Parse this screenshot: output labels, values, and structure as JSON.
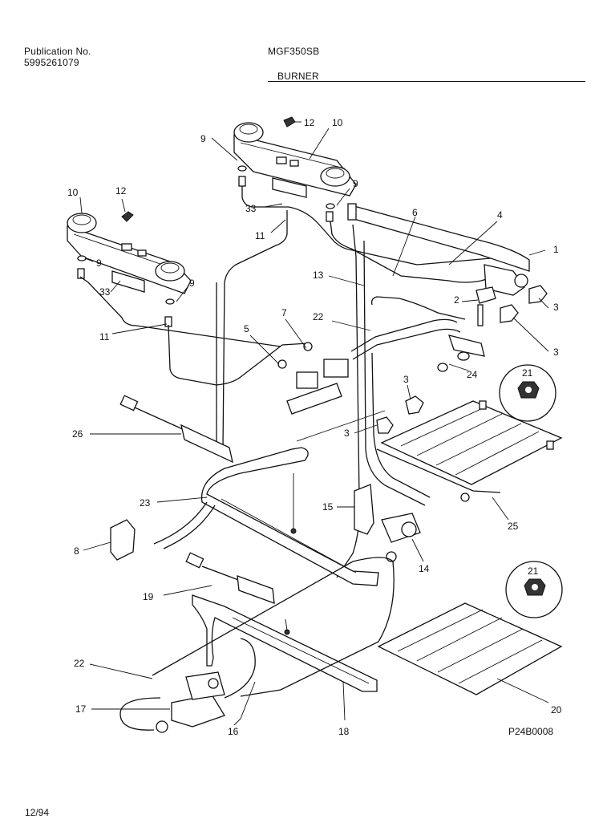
{
  "header": {
    "publication_label": "Publication No.",
    "publication_number": "5995261079",
    "model": "MGF350SB",
    "section_title": "BURNER"
  },
  "footer": {
    "date": "12/94",
    "drawing_number": "P24B0008"
  },
  "callouts": [
    {
      "id": "c12a",
      "label": "12"
    },
    {
      "id": "c10a",
      "label": "10"
    },
    {
      "id": "c9a",
      "label": "9"
    },
    {
      "id": "c9b",
      "label": "9"
    },
    {
      "id": "c33a",
      "label": "33"
    },
    {
      "id": "c11a",
      "label": "11"
    },
    {
      "id": "c6",
      "label": "6"
    },
    {
      "id": "c4",
      "label": "4"
    },
    {
      "id": "c1",
      "label": "1"
    },
    {
      "id": "c10b",
      "label": "10"
    },
    {
      "id": "c12b",
      "label": "12"
    },
    {
      "id": "c9c",
      "label": "9"
    },
    {
      "id": "c9d",
      "label": "9"
    },
    {
      "id": "c33b",
      "label": "33"
    },
    {
      "id": "c11b",
      "label": "11"
    },
    {
      "id": "c13",
      "label": "13"
    },
    {
      "id": "c2",
      "label": "2"
    },
    {
      "id": "c3a",
      "label": "3"
    },
    {
      "id": "c3b",
      "label": "3"
    },
    {
      "id": "c7",
      "label": "7"
    },
    {
      "id": "c5",
      "label": "5"
    },
    {
      "id": "c22a",
      "label": "22"
    },
    {
      "id": "c24",
      "label": "24"
    },
    {
      "id": "c21a",
      "label": "21"
    },
    {
      "id": "c3c",
      "label": "3"
    },
    {
      "id": "c3d",
      "label": "3"
    },
    {
      "id": "c26",
      "label": "26"
    },
    {
      "id": "c25",
      "label": "25"
    },
    {
      "id": "c23",
      "label": "23"
    },
    {
      "id": "c15",
      "label": "15"
    },
    {
      "id": "c8",
      "label": "8"
    },
    {
      "id": "c14",
      "label": "14"
    },
    {
      "id": "c19",
      "label": "19"
    },
    {
      "id": "c21b",
      "label": "21"
    },
    {
      "id": "c22b",
      "label": "22"
    },
    {
      "id": "c17",
      "label": "17"
    },
    {
      "id": "c16",
      "label": "16"
    },
    {
      "id": "c18",
      "label": "18"
    },
    {
      "id": "c20",
      "label": "20"
    }
  ]
}
